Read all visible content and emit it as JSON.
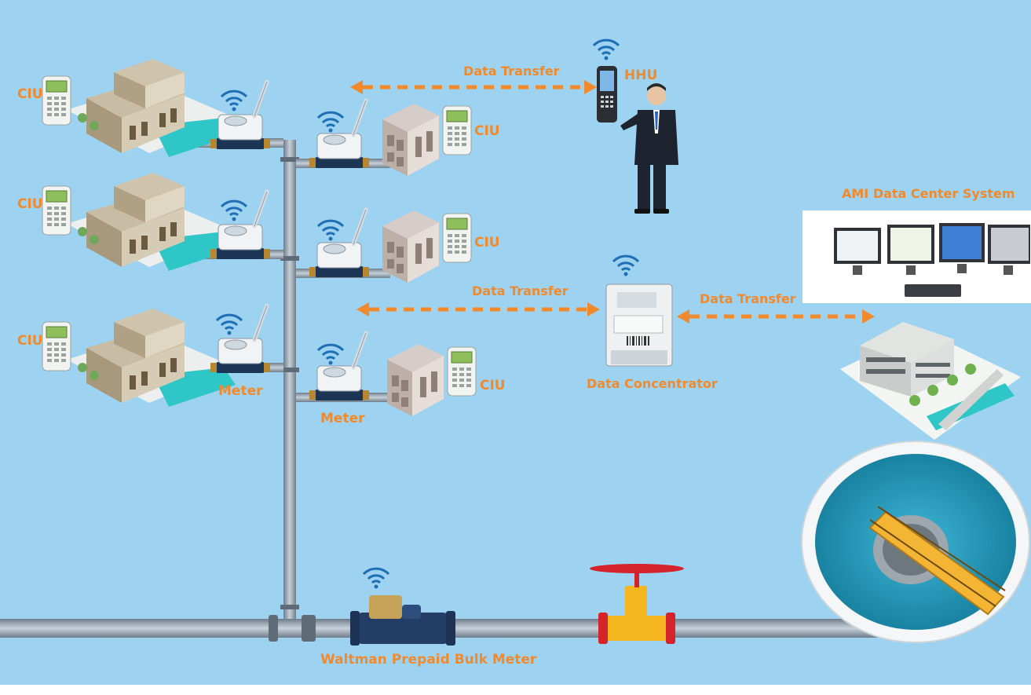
{
  "labels": {
    "ciu": "CIU",
    "meter": "Meter",
    "hhu": "HHU",
    "data_transfer": "Data Transfer",
    "data_concentrator": "Data Concentrator",
    "ami_system": "AMI Data Center System",
    "bulk_meter": "Waltman Prepaid Bulk Meter"
  },
  "colors": {
    "background": "#9dd3f0",
    "label": "#f08a2c",
    "pipe": "#8a98a6",
    "wifi": "#1f6fb5"
  }
}
